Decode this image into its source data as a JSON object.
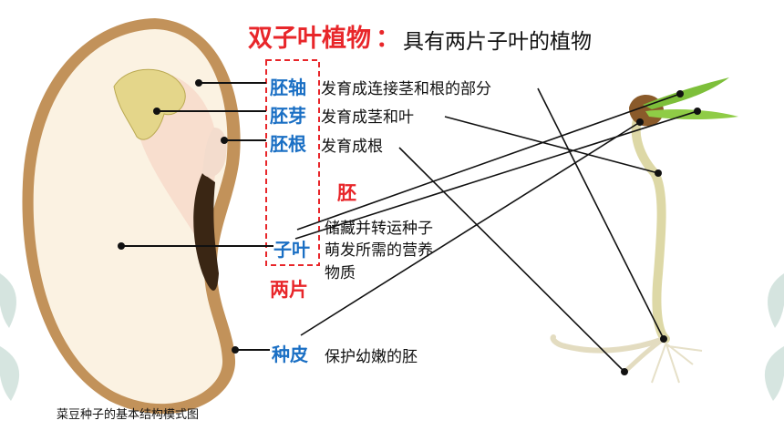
{
  "title": {
    "term": "双子叶植物",
    "colon": "：",
    "definition": "具有两片子叶的植物"
  },
  "labels": {
    "radicle_axis": "胚轴",
    "plumule": "胚芽",
    "radicle": "胚根",
    "cotyledon": "子叶",
    "seed_coat": "种皮",
    "embryo": "胚",
    "two_pieces": "两片"
  },
  "descriptions": {
    "radicle_axis": "发育成连接茎和根的部分",
    "plumule": "发育成茎和叶",
    "radicle": "发育成根",
    "cotyledon": [
      "储藏并转运种子",
      "萌发所需的营养",
      "物质"
    ],
    "seed_coat": "保护幼嫩的胚"
  },
  "caption": "菜豆种子的基本结构模式图",
  "colors": {
    "red": "#e8262a",
    "blue": "#1a6fc4",
    "seed_coat": "#c2925a",
    "seed_body": "#fbf2e2"
  }
}
